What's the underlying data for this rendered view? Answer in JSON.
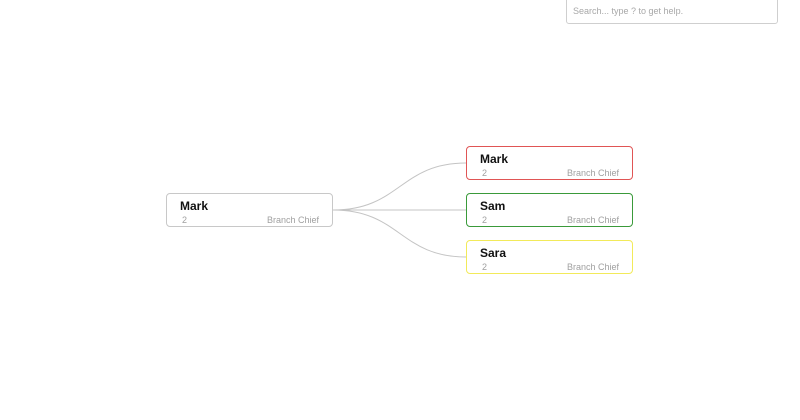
{
  "search": {
    "placeholder": "Search... type ? to get help."
  },
  "root": {
    "name": "Mark",
    "count": "2",
    "role": "Branch Chief",
    "border_color": "#c8c8c8"
  },
  "children": [
    {
      "name": "Mark",
      "count": "2",
      "role": "Branch Chief",
      "border_color": "#e05555"
    },
    {
      "name": "Sam",
      "count": "2",
      "role": "Branch Chief",
      "border_color": "#3a9a3a"
    },
    {
      "name": "Sara",
      "count": "2",
      "role": "Branch Chief",
      "border_color": "#f2ea5a"
    }
  ],
  "colors": {
    "link": "#c4c4c4"
  }
}
